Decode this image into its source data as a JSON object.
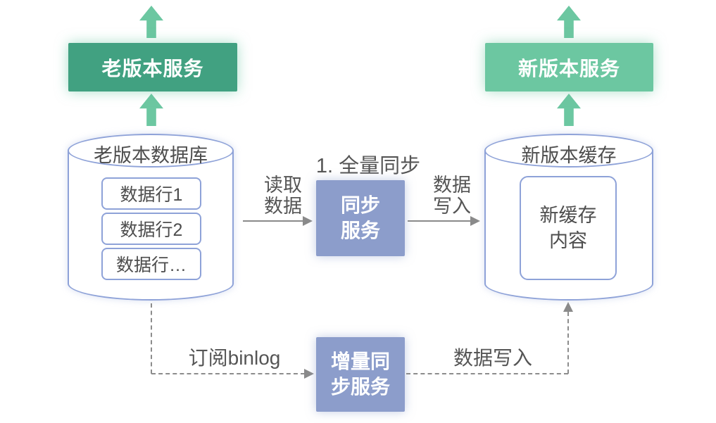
{
  "colors": {
    "old_service_green": "#41A181",
    "new_service_green": "#6CC7A1",
    "arrow_green": "#6CC7A1",
    "sync_box_blue": "#8C9DCB",
    "cylinder_border_blue": "#8EA2D8",
    "text_dark": "#4D4D4D",
    "connector_gray": "#8A8A8A"
  },
  "old_service": {
    "label": "老版本服务"
  },
  "new_service": {
    "label": "新版本服务"
  },
  "old_database": {
    "title": "老版本数据库",
    "rows": [
      "数据行1",
      "数据行2",
      "数据行…"
    ]
  },
  "new_cache": {
    "title": "新版本缓存",
    "content": "新缓存\n内容"
  },
  "full_sync": {
    "step_label": "1. 全量同步",
    "service_label": "同步\n服务",
    "read_arrow_label": "读取\n数据",
    "write_arrow_label": "数据\n写入"
  },
  "incremental_sync": {
    "service_label": "增量同\n步服务",
    "subscribe_arrow_label": "订阅binlog",
    "write_arrow_label": "数据写入"
  }
}
